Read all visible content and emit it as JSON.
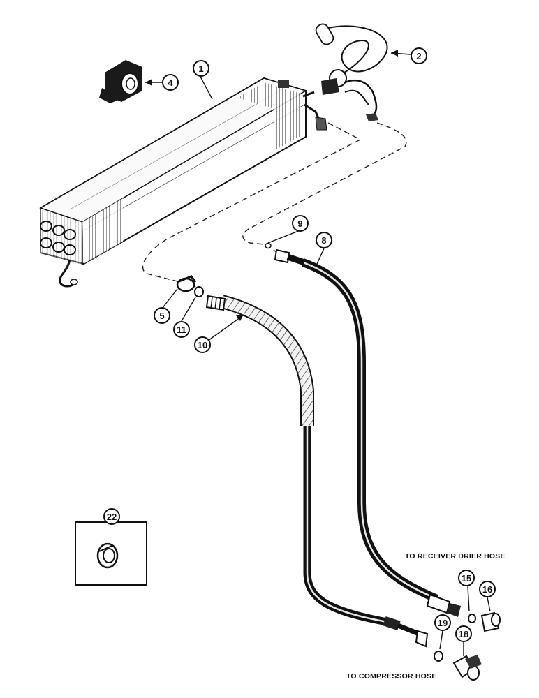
{
  "callouts": {
    "c1": "1",
    "c2": "2",
    "c4": "4",
    "c5": "5",
    "c8": "8",
    "c9": "9",
    "c10": "10",
    "c11": "11",
    "c15": "15",
    "c16": "16",
    "c18": "18",
    "c19": "19",
    "c22": "22"
  },
  "notes": {
    "receiver_drier": "TO RECEIVER DRIER HOSE",
    "compressor": "TO COMPRESSOR HOSE"
  }
}
